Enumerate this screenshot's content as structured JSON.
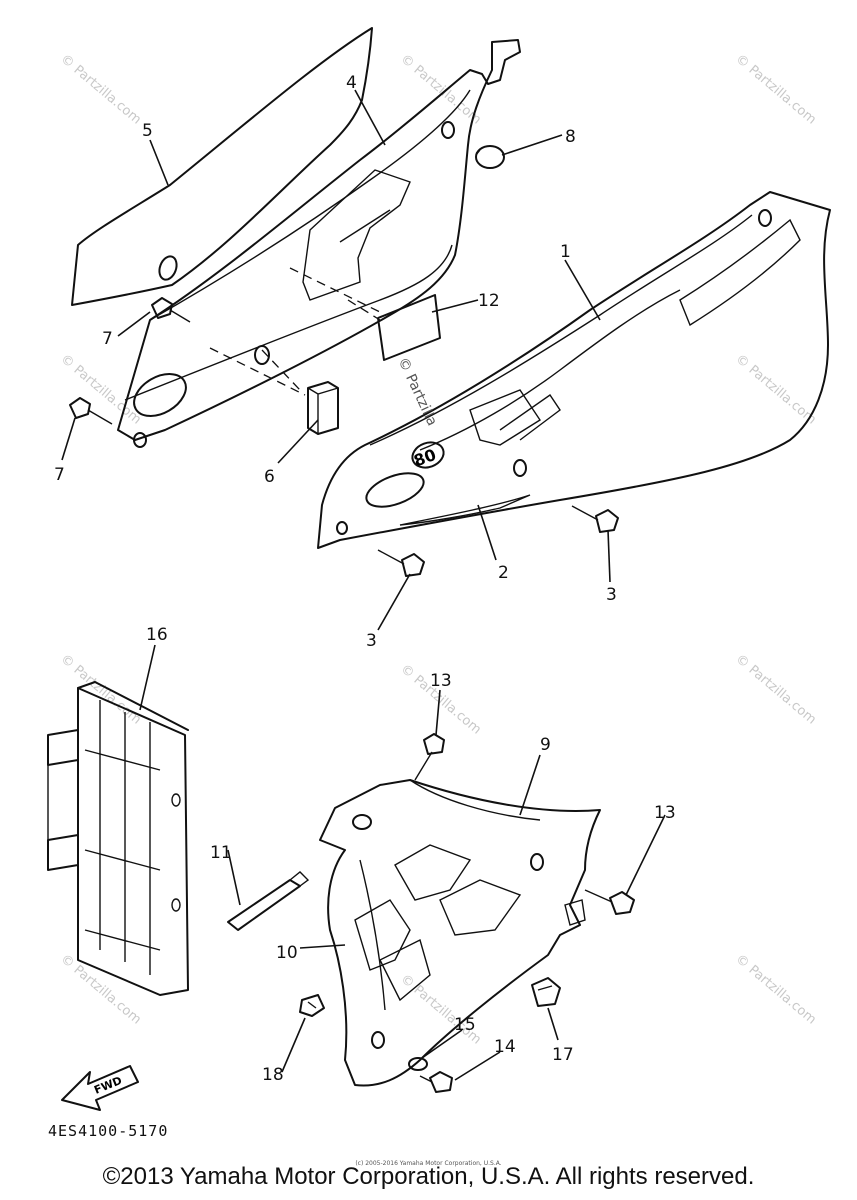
{
  "diagram": {
    "callouts": [
      "1",
      "2",
      "3",
      "3",
      "4",
      "5",
      "6",
      "7",
      "7",
      "8",
      "9",
      "10",
      "11",
      "12",
      "13",
      "13",
      "14",
      "15",
      "16",
      "17",
      "18"
    ],
    "fwd_label": "FWD",
    "decal_number": "80",
    "inline_watermark": "© Partzilla",
    "watermark_text": "© Partzilla.com"
  },
  "part_code": "4ES4100-5170",
  "small_credit": "(c) 2005-2016 Yamaha Motor Corporation, U.S.A.",
  "copyright": "©2013 Yamaha Motor Corporation, U.S.A. All rights reserved."
}
